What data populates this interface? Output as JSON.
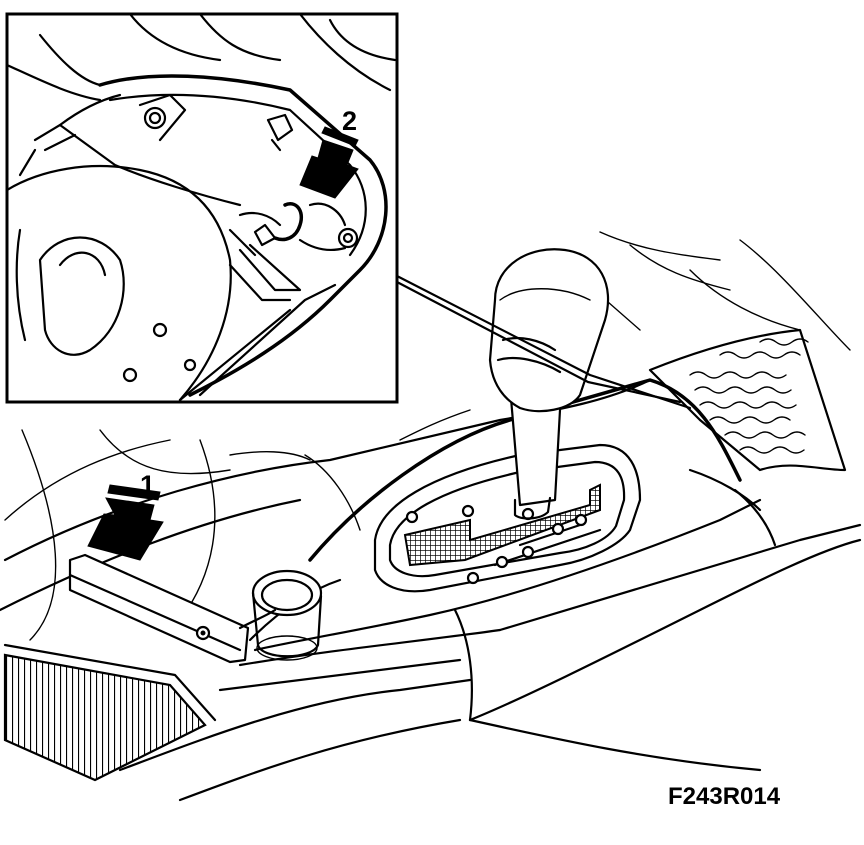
{
  "figure": {
    "reference_code": "F243R014",
    "callouts": [
      {
        "label": "1"
      },
      {
        "label": "2"
      }
    ],
    "ink_color": "#000000",
    "background_color": "#ffffff"
  }
}
